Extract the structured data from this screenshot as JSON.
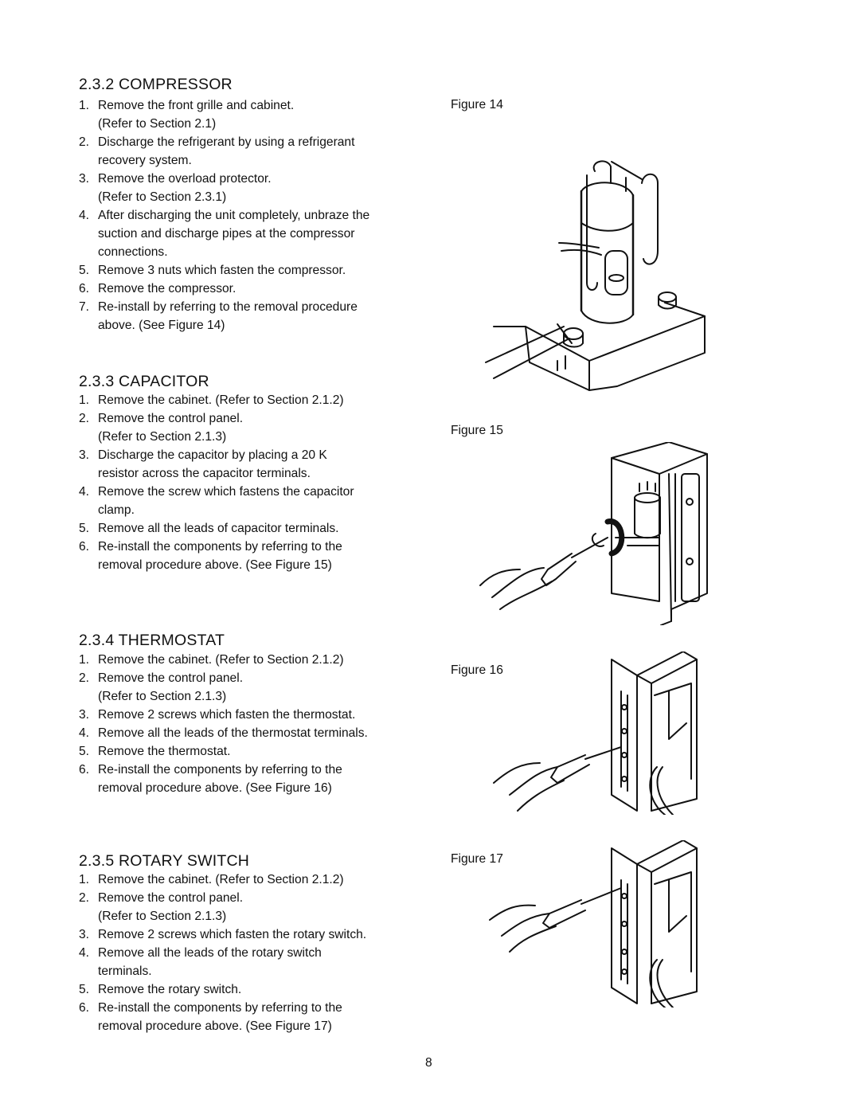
{
  "sections": [
    {
      "title": "2.3.2 COMPRESSOR",
      "steps": [
        {
          "num": "1.",
          "lines": [
            "Remove the front grille and cabinet.",
            "(Refer to Section 2.1)"
          ]
        },
        {
          "num": "2.",
          "lines": [
            "Discharge the refrigerant by using a refrigerant",
            "recovery system."
          ]
        },
        {
          "num": "3.",
          "lines": [
            "Remove the overload protector.",
            "(Refer to Section 2.3.1)"
          ]
        },
        {
          "num": "4.",
          "lines": [
            "After discharging the unit completely, unbraze the",
            "suction and discharge pipes at the compressor",
            "connections."
          ]
        },
        {
          "num": "5.",
          "lines": [
            "Remove 3 nuts which fasten the compressor."
          ]
        },
        {
          "num": "6.",
          "lines": [
            "Remove the compressor."
          ]
        },
        {
          "num": "7.",
          "lines": [
            "Re-install by referring to the removal procedure",
            "above. (See Figure 14)"
          ]
        }
      ],
      "figure_label": "Figure 14"
    },
    {
      "title": "2.3.3 CAPACITOR",
      "steps": [
        {
          "num": "1.",
          "lines": [
            "Remove the cabinet. (Refer to Section 2.1.2)"
          ]
        },
        {
          "num": "2.",
          "lines": [
            "Remove the control panel.",
            "(Refer to Section  2.1.3)"
          ]
        },
        {
          "num": "3.",
          "lines": [
            "Discharge the capacitor by placing a 20 K",
            "resistor across the capacitor terminals."
          ]
        },
        {
          "num": "4.",
          "lines": [
            "Remove the screw which fastens the capacitor",
            "clamp."
          ]
        },
        {
          "num": "5.",
          "lines": [
            "Remove all the leads of capacitor terminals."
          ]
        },
        {
          "num": "6.",
          "lines": [
            "Re-install the components by referring to the",
            "removal procedure above. (See Figure 15)"
          ]
        }
      ],
      "figure_label": "Figure 15"
    },
    {
      "title": "2.3.4 THERMOSTAT",
      "steps": [
        {
          "num": "1.",
          "lines": [
            "Remove the cabinet. (Refer to Section 2.1.2)"
          ]
        },
        {
          "num": "2.",
          "lines": [
            "Remove the control panel.",
            "(Refer to Section 2.1.3)"
          ]
        },
        {
          "num": "3.",
          "lines": [
            "Remove 2 screws which fasten the thermostat."
          ]
        },
        {
          "num": "4.",
          "lines": [
            "Remove all the leads of the thermostat terminals."
          ]
        },
        {
          "num": "5.",
          "lines": [
            "Remove the thermostat."
          ]
        },
        {
          "num": "6.",
          "lines": [
            "Re-install the components by referring to the",
            "removal procedure above. (See Figure 16)"
          ]
        }
      ],
      "figure_label": "Figure 16"
    },
    {
      "title": "2.3.5 ROTARY SWITCH",
      "steps": [
        {
          "num": "1.",
          "lines": [
            "Remove the cabinet. (Refer to Section 2.1.2)"
          ]
        },
        {
          "num": "2.",
          "lines": [
            "Remove the control panel.",
            "(Refer to Section 2.1.3)"
          ]
        },
        {
          "num": "3.",
          "lines": [
            "Remove 2 screws which fasten the rotary switch."
          ]
        },
        {
          "num": "4.",
          "lines": [
            "Remove all the leads of the rotary switch",
            "terminals."
          ]
        },
        {
          "num": "5.",
          "lines": [
            "Remove the rotary switch."
          ]
        },
        {
          "num": "6.",
          "lines": [
            "Re-install the components by referring to the",
            "removal procedure above. (See Figure 17)"
          ]
        }
      ],
      "figure_label": "Figure 17"
    }
  ],
  "page_number": "8"
}
